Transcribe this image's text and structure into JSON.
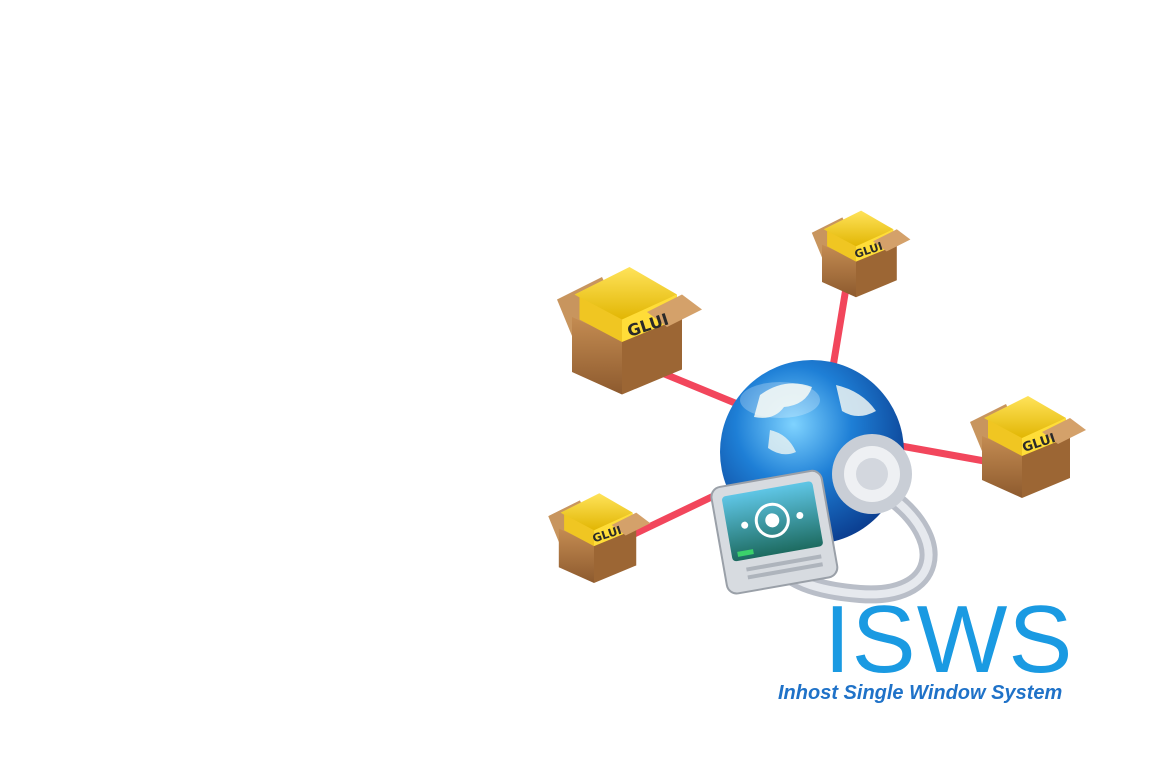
{
  "logo": {
    "title": "ISWS",
    "subtitle": "Inhost Single Window System"
  },
  "nodes": [
    {
      "label": "GLUI"
    },
    {
      "label": "GLUI"
    },
    {
      "label": "GLUI"
    },
    {
      "label": "GLUI"
    }
  ],
  "hub": {
    "icon": "globe-computer-icon"
  },
  "colors": {
    "link": "#f2465c",
    "brand": "#1a9ae2",
    "box": "#b8804a",
    "box_flap": "#f5d21e"
  }
}
